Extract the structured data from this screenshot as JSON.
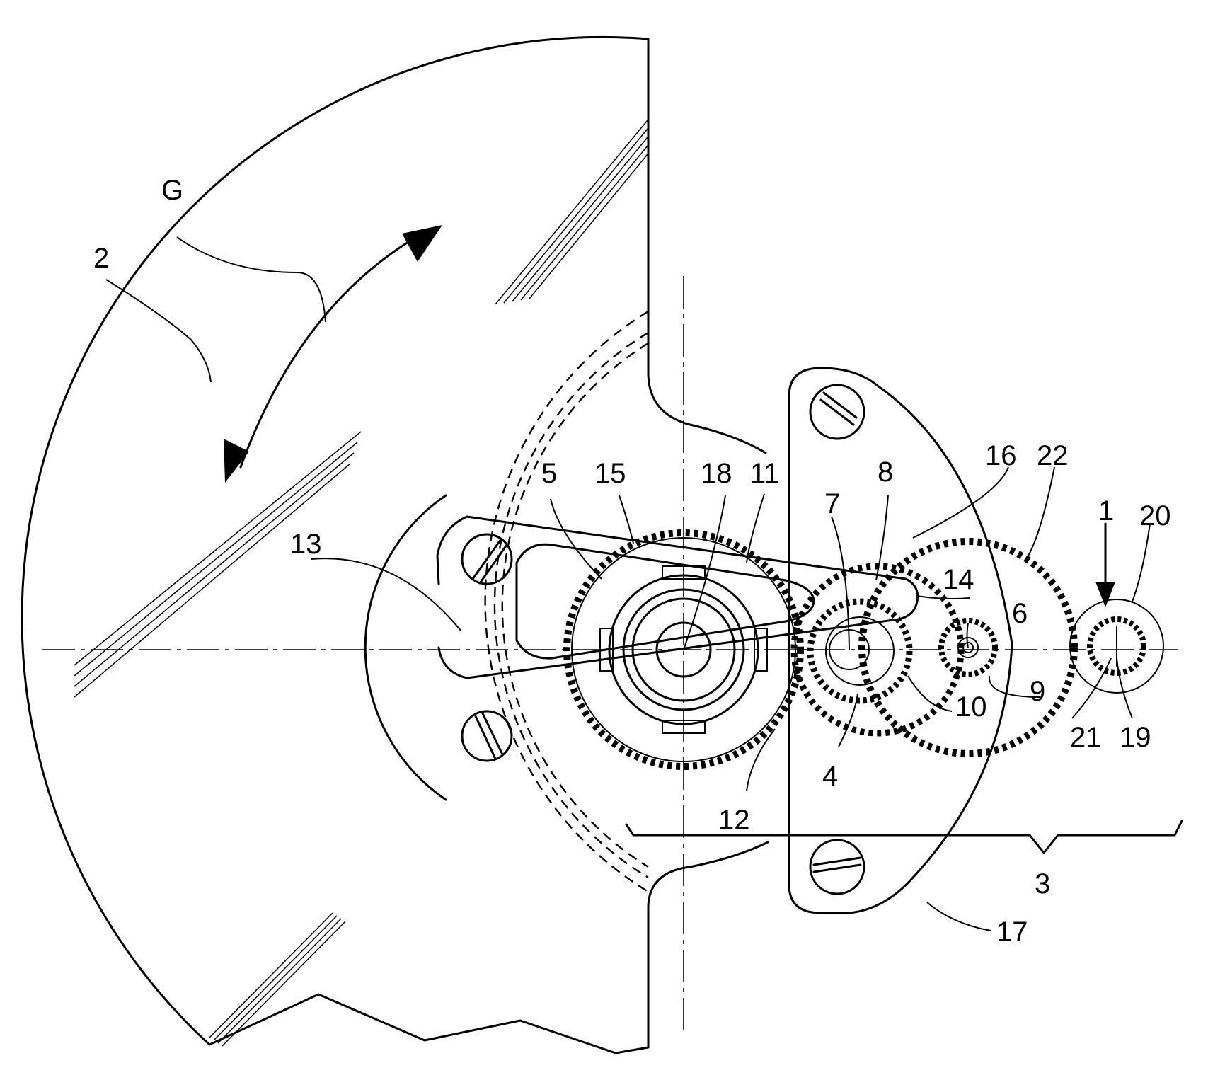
{
  "figure": {
    "labels": {
      "g": "G",
      "l2": "2",
      "l13": "13",
      "l5": "5",
      "l15": "15",
      "l18": "18",
      "l11": "11",
      "l7": "7",
      "l8": "8",
      "l16": "16",
      "l22": "22",
      "l1": "1",
      "l20": "20",
      "l14": "14",
      "l6": "6",
      "l9": "9",
      "l10": "10",
      "l4": "4",
      "l21": "21",
      "l19": "19",
      "l12": "12",
      "l3": "3",
      "l17": "17"
    }
  }
}
